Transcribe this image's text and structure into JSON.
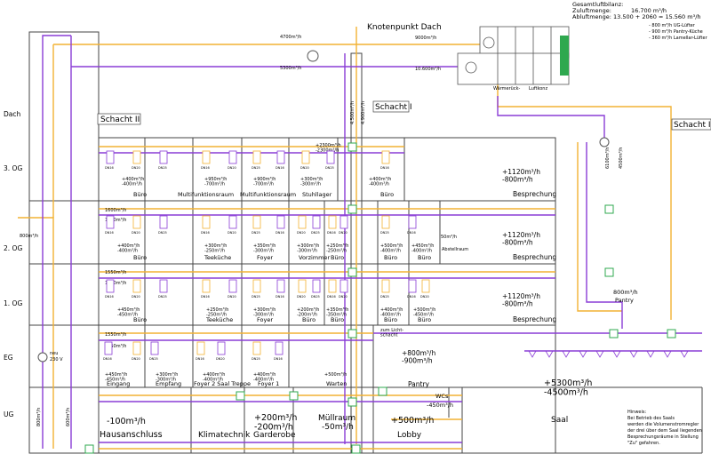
{
  "colors": {
    "supply": "#f2b233",
    "exhaust": "#8a3dd6",
    "wall": "#444444",
    "duct": "#555555",
    "green": "#2fa84f"
  },
  "summary": {
    "title": "Gesamtluftbilanz:",
    "zuluft_label": "Zuluftmenge:",
    "zuluft_value": "16.700 m³/h",
    "abluft_label": "Abluftmenge:",
    "abluft_calc": "13.500 + 2060 = 15.560 m³/h",
    "notes": [
      "- 800 m³/h UG-Lüfter",
      "- 900 m³/h Pantry-Küche",
      "- 360 m³/h Lamellar-Lüfter"
    ]
  },
  "floors": [
    "Dach",
    "3. OG",
    "2. OG",
    "1. OG",
    "EG",
    "UG"
  ],
  "shafts": {
    "s1": "Schacht I",
    "s2": "Schacht II",
    "s3": "Schacht III"
  },
  "knoten": "Knotenpunkt Dach",
  "roof_flows": [
    "4700m³/h",
    "5300m³/h",
    "9000m³/h",
    "10.600m³/h",
    "6100m³/h",
    "4500m³/h",
    "4.500m³/h",
    "4.900m³/h"
  ],
  "ahu": {
    "label1": "Wärmerück-",
    "label2": "Luftkonz"
  },
  "left_flows": {
    "main": "800m³/h",
    "f3": "1600m³/h",
    "f3b": "1600m³/h",
    "f1": "1550m³/h",
    "f1b": "1550m³/h",
    "eg": "1550m³/h",
    "egb": "1550m³/h",
    "ug1": "800m³/h",
    "ug2": "600m³/h",
    "neu": "neu",
    "volt": "230 V"
  },
  "og3": [
    {
      "flows": "+400m³/h\n-400m³/h",
      "name": "Büro"
    },
    {
      "flows": "+950m³/h\n-700m³/h",
      "name": "Multifunktionsraum"
    },
    {
      "flows": "+900m³/h\n-700m³/h",
      "name": "Multifunktionsraum"
    },
    {
      "flows": "+300m³/h\n-300m³/h",
      "name": "Stuhllager"
    },
    {
      "flows": "+2300m³/h\n-2300m³/h",
      "name": ""
    },
    {
      "flows": "+400m³/h\n-400m³/h",
      "name": "Büro"
    },
    {
      "flows": "+1120m³/h\n-800m³/h",
      "name": "Besprechung"
    }
  ],
  "og2": [
    {
      "flows": "+400m³/h\n-400m³/h",
      "name": "Büro"
    },
    {
      "flows": "+300m³/h\n-250m³/h",
      "name": "Teeküche"
    },
    {
      "flows": "+350m³/h\n-300m³/h",
      "name": "Foyer"
    },
    {
      "flows": "+300m³/h\n-300m³/h",
      "name": "Vorzimmer"
    },
    {
      "flows": "+250m³/h\n-250m³/h",
      "name": "Büro"
    },
    {
      "flows": "+500m³/h\n-400m³/h",
      "name": "Büro"
    },
    {
      "flows": "+450m³/h\n-400m³/h",
      "name": "Büro"
    },
    {
      "flows": "50m³/h",
      "name": "Abstellraum"
    },
    {
      "flows": "+1120m³/h\n-800m³/h",
      "name": "Besprechung"
    }
  ],
  "og1": [
    {
      "flows": "+450m³/h\n-450m³/h",
      "name": "Büro"
    },
    {
      "flows": "+250m³/h\n-250m³/h",
      "name": "Teeküche"
    },
    {
      "flows": "+300m³/h\n-300m³/h",
      "name": "Foyer"
    },
    {
      "flows": "+200m³/h\n-200m³/h",
      "name": "Büro"
    },
    {
      "flows": "+350m³/h\n-350m³/h",
      "name": "Büro"
    },
    {
      "flows": "+400m³/h\n-400m³/h",
      "name": "Büro"
    },
    {
      "flows": "+500m³/h\n-450m³/h",
      "name": "Büro"
    },
    {
      "flows": "+1120m³/h\n-800m³/h",
      "name": "Besprechung"
    },
    {
      "flows": "800m³/h",
      "name": "Pantry"
    }
  ],
  "eg": [
    {
      "flows": "+450m³/h\n-450m³/h",
      "name": "Eingang"
    },
    {
      "flows": "+300m³/h\n-300m³/h",
      "name": "Empfang"
    },
    {
      "flows": "+400m³/h\n-400m³/h",
      "name": "Foyer 2 Saal Treppe"
    },
    {
      "flows": "+400m³/h\n-400m³/h",
      "name": "Foyer 1"
    },
    {
      "flows": "+500m³/h",
      "name": "Warten"
    },
    {
      "flows": "+800m³/h\n-900m³/h",
      "name": "Pantry"
    },
    {
      "flows": "-450m³/h",
      "name": "WCs"
    },
    {
      "flows": "",
      "name": "zum Licht-\nschacht"
    }
  ],
  "ug": [
    {
      "flows": "-100m³/h",
      "name": "Hausanschluss"
    },
    {
      "flows": "",
      "name": "Klimatechnik"
    },
    {
      "flows": "+200m³/h\n-200m³/h",
      "name": "Garderobe"
    },
    {
      "flows": "-50m³/h",
      "name": "Müllraum"
    },
    {
      "flows": "+500m³/h",
      "name": "Lobby"
    },
    {
      "flows": "+5300m³/h\n-4500m³/h",
      "name": "Saal"
    }
  ],
  "hinweis": [
    "Hinweis:",
    "Bei Betrieb des Saals",
    "werden die Volumenstromregler",
    "der drei über dem Saal liegenden",
    "Besprechungsräume in Stellung",
    "\"Zu\" gefahren."
  ],
  "dn": {
    "a": "DN16",
    "b": "DN20",
    "c": "DN25",
    "neu": "neu"
  }
}
